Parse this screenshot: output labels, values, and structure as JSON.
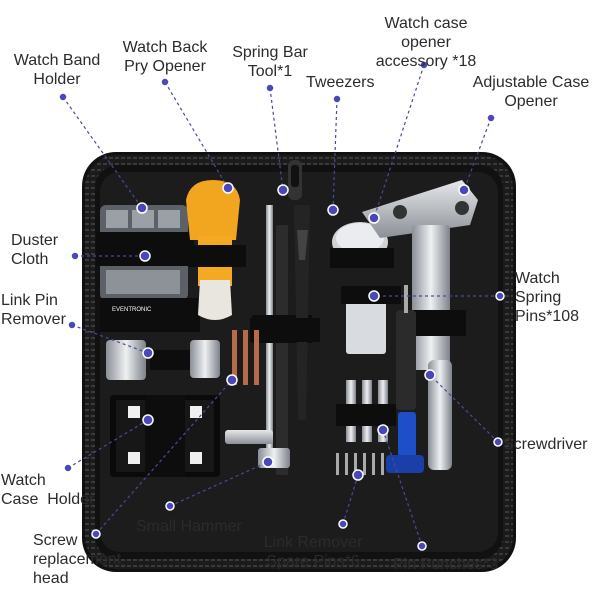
{
  "labels": {
    "watch_band_holder": "Watch Band\nHolder",
    "watch_back_pry_opener": "Watch Back\nPry Opener",
    "spring_bar_tool": "Spring Bar\nTool*1",
    "tweezers": "Tweezers",
    "watch_case_opener_accessory": "Watch case\nopener\naccessory *18",
    "adjustable_case_opener": "Adjustable Case\nOpener",
    "duster_cloth": "Duster\nCloth",
    "link_pin_remover": "Link Pin\nRemover",
    "watch_spring_pins": "Watch\nSpring\nPins*108",
    "screwdriver": "Screwdriver",
    "watch_case_holder": "Watch\nCase  Holder",
    "screw_replacement_head": "Screw\nreplacement\nhead",
    "small_hammer": "Small Hammer",
    "link_remover_spare_pins": "Link Remover\nSpare Pins*6",
    "pin_punches": "Pin Punches*3"
  },
  "brand_tag": "EVENTRONIC",
  "colors": {
    "case": "#151515",
    "zipper": "#2a2a2a",
    "dot": "#4a47b8",
    "pry_opener": "#f2a51f",
    "screwdriver_blue": "#1f4fc8",
    "steel": "#c9ccd1"
  }
}
